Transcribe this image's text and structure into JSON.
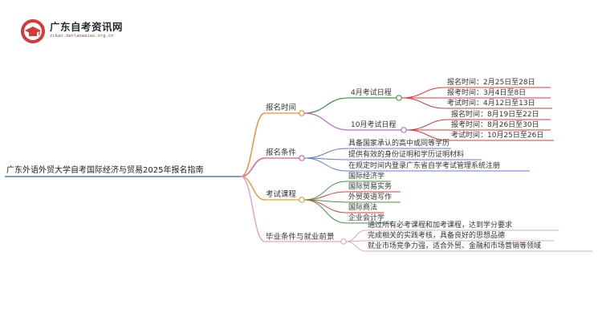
{
  "header": {
    "site_name": "广东自考资讯网",
    "site_url": "zikao.danlaowaiao.org.cn"
  },
  "colors": {
    "root_line": "#4a7cc9",
    "branch1": "#ec8e3c",
    "branch1_sub1": "#3f9b3f",
    "branch1_sub2": "#c16ad0",
    "branch2": "#dc5e9a",
    "branch3": "#e0a33c",
    "branch4": "#d9a8c8",
    "leaf_red": "#e23a3a",
    "leaf_blue": "#5f7fd6"
  },
  "mindmap": {
    "root": "广东外语外贸大学自考国际经济与贸易2025年报名指南",
    "branches": [
      {
        "label": "报名时间",
        "children": [
          {
            "label": "4月考试日程",
            "children": [
              "报名时间：2月25日至28日",
              "报考时间：3月4日至8日",
              "考试时间：4月12日至13日"
            ]
          },
          {
            "label": "10月考试日程",
            "children": [
              "报名时间：8月19日至22日",
              "报考时间：8月26日至30日",
              "考试时间：10月25日至26日"
            ]
          }
        ]
      },
      {
        "label": "报名条件",
        "children": [
          "具备国家承认的高中或同等学历",
          "提供有效的身份证明和学历证明材料",
          "在规定时间内登录广东省自学考试管理系统注册"
        ]
      },
      {
        "label": "考试课程",
        "children": [
          "国际经济学",
          "国际贸易实务",
          "外贸英语写作",
          "国际商法",
          "企业会计学"
        ]
      },
      {
        "label": "毕业条件与就业前景",
        "children": [
          "通过所有必考课程和加考课程，达到学分要求",
          "完成相关的实践考核，具备良好的思想品德",
          "就业市场竞争力强，适合外贸、金融和市场营销等领域"
        ]
      }
    ]
  }
}
